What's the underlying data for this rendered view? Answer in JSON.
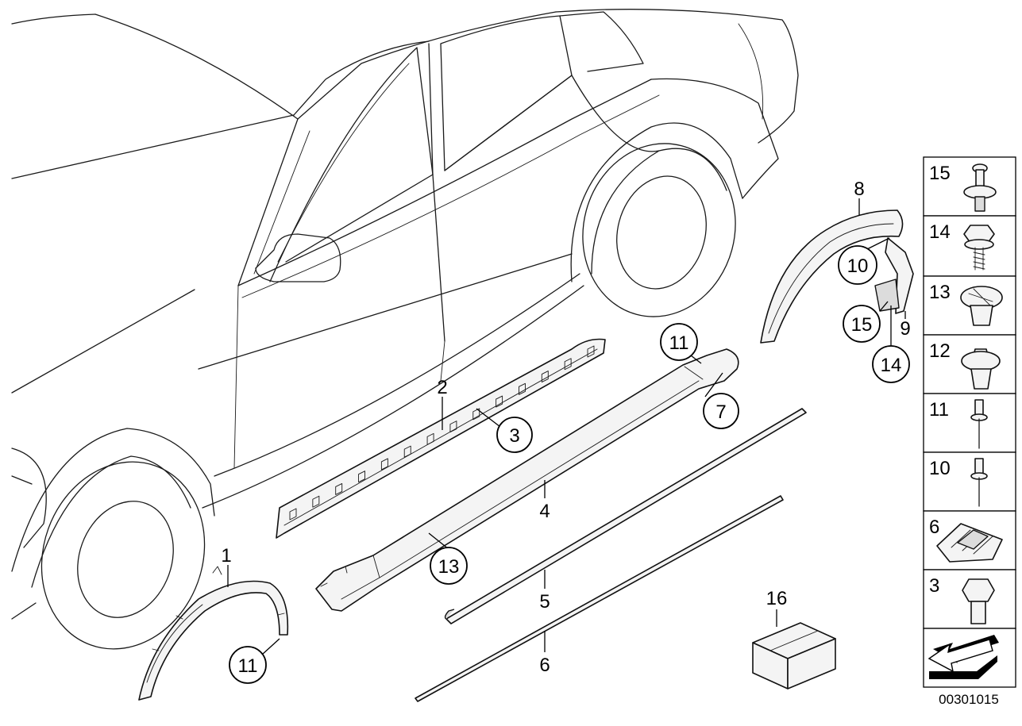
{
  "callouts": {
    "c1": "1",
    "c2": "2",
    "c3": "3",
    "c4": "4",
    "c5": "5",
    "c6": "6",
    "c7": "7",
    "c8": "8",
    "c9": "9",
    "c10": "10",
    "c11a": "11",
    "c11b": "11",
    "c13": "13",
    "c14": "14",
    "c15": "15",
    "c16": "16"
  },
  "legend": {
    "items": [
      "15",
      "14",
      "13",
      "12",
      "11",
      "10",
      "6",
      "3"
    ]
  },
  "reference_number": "00301015"
}
